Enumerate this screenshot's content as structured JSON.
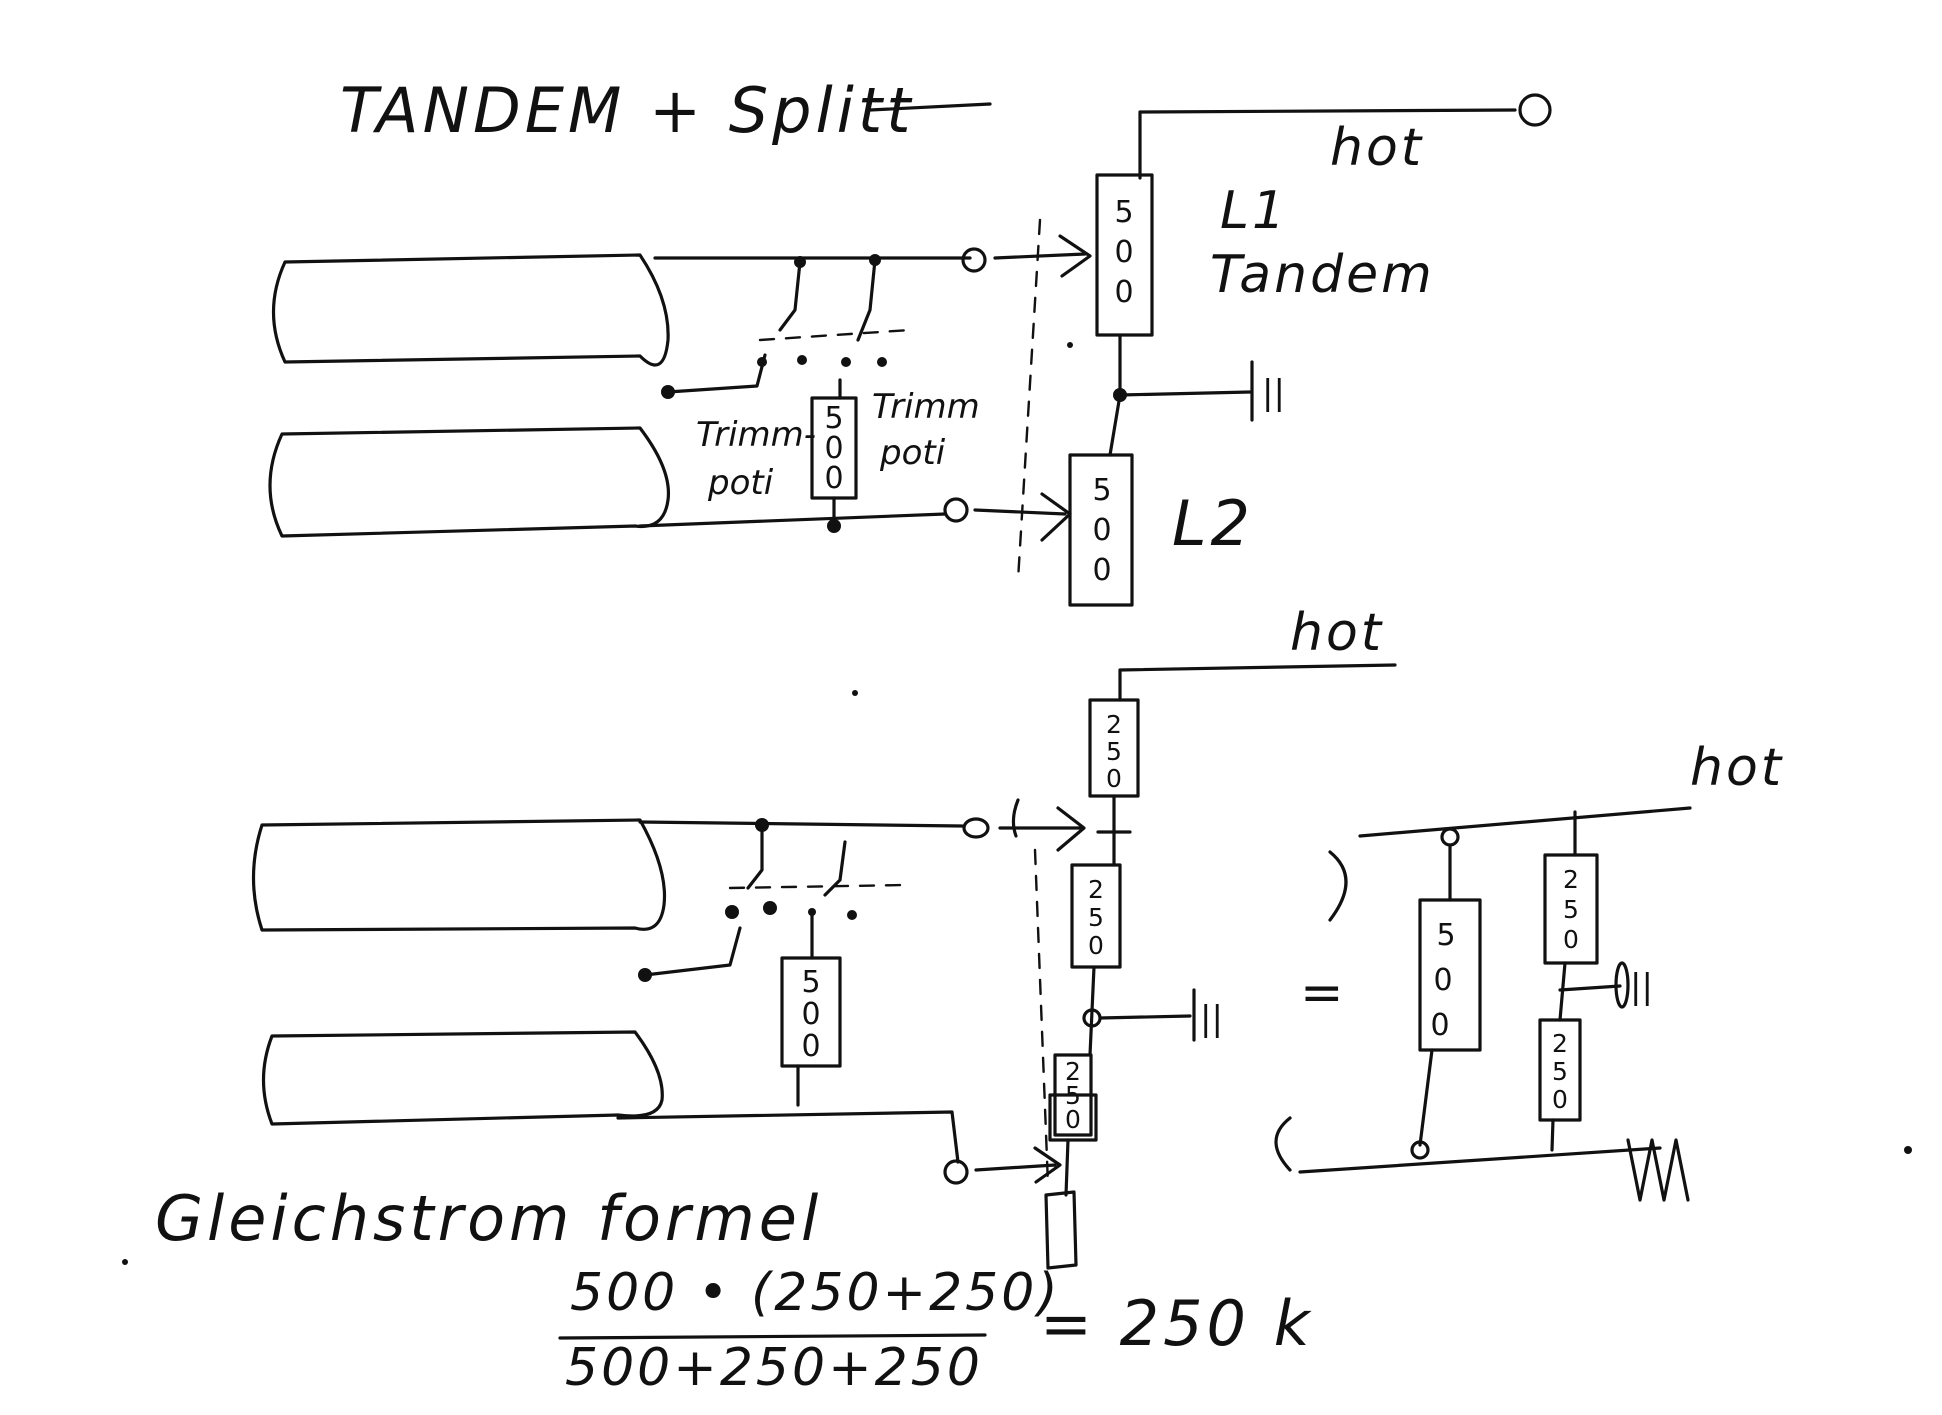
{
  "title": "TANDEM + Splitt",
  "top_diagram": {
    "hot_label": "hot",
    "pot_upper": {
      "value": "500",
      "label_line1": "L1",
      "label_line2": "Tandem"
    },
    "pot_lower": {
      "value": "500",
      "label": "L2"
    },
    "trim_pot": {
      "value": "500"
    },
    "trim_label_left_line1": "Trimm-",
    "trim_label_left_line2": "poti",
    "trim_label_right_line1": "Trimm",
    "trim_label_right_line2": "poti",
    "ground_mark": "||"
  },
  "bottom_diagram": {
    "hot_label": "hot",
    "pot_values": [
      "250",
      "250",
      "250"
    ],
    "trim_pot": {
      "value": "500"
    },
    "ground_mark": "||"
  },
  "equivalent_circuit": {
    "hot_label": "hot",
    "equals_sign": "=",
    "left_branch": "500",
    "right_branch": [
      "250",
      "250"
    ],
    "ground_mark": "||"
  },
  "formula": {
    "caption": "Gleichstrom formel",
    "numerator": "500 • (250+250)",
    "denominator": "500+250+250",
    "result": "= 250 k"
  }
}
